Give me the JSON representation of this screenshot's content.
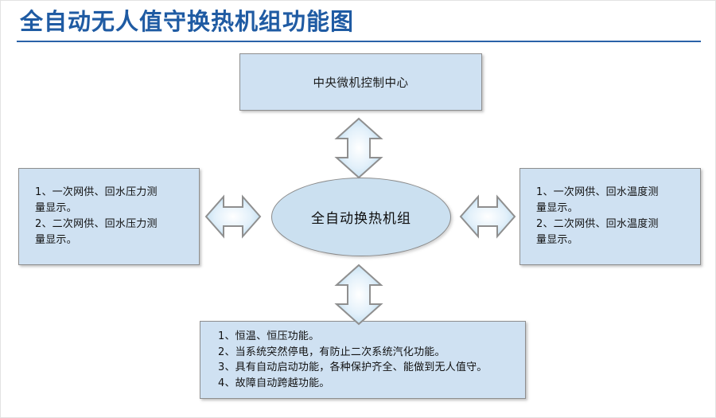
{
  "page": {
    "title": "全自动无人值守换热机组功能图",
    "accent_color": "#1f5ba3",
    "rule_color": "#2a62a8",
    "node_fill": "#cfe1f2",
    "node_border": "#8e8e8e",
    "background": "#ffffff"
  },
  "diagram": {
    "center": {
      "label": "全自动换热机组",
      "shape": "ellipse"
    },
    "top": {
      "shape": "rectangle",
      "lines": [
        "中央微机控制中心"
      ]
    },
    "left": {
      "shape": "rectangle",
      "lines": [
        "1、一次网供、回水压力测",
        "量显示。",
        "2、二次网供、回水压力测",
        "量显示。"
      ]
    },
    "right": {
      "shape": "rectangle",
      "lines": [
        "1、一次网供、回水温度测",
        "量显示。",
        "2、二次网供、回水温度测",
        "量显示。"
      ]
    },
    "bottom": {
      "shape": "rectangle",
      "lines": [
        "1、恒温、恒压功能。",
        "2、当系统突然停电，有防止二次系统汽化功能。",
        "3、具有自动启动功能，各种保护齐全、能做到无人值守。",
        "4、故障自动跨越功能。"
      ]
    },
    "connectors": [
      {
        "name": "top-connector",
        "icon": "double-arrow-vertical-icon",
        "from": "center",
        "to": "top"
      },
      {
        "name": "bottom-connector",
        "icon": "double-arrow-vertical-icon",
        "from": "center",
        "to": "bottom"
      },
      {
        "name": "left-connector",
        "icon": "double-arrow-horizontal-icon",
        "from": "center",
        "to": "left"
      },
      {
        "name": "right-connector",
        "icon": "double-arrow-horizontal-icon",
        "from": "center",
        "to": "right"
      }
    ]
  }
}
